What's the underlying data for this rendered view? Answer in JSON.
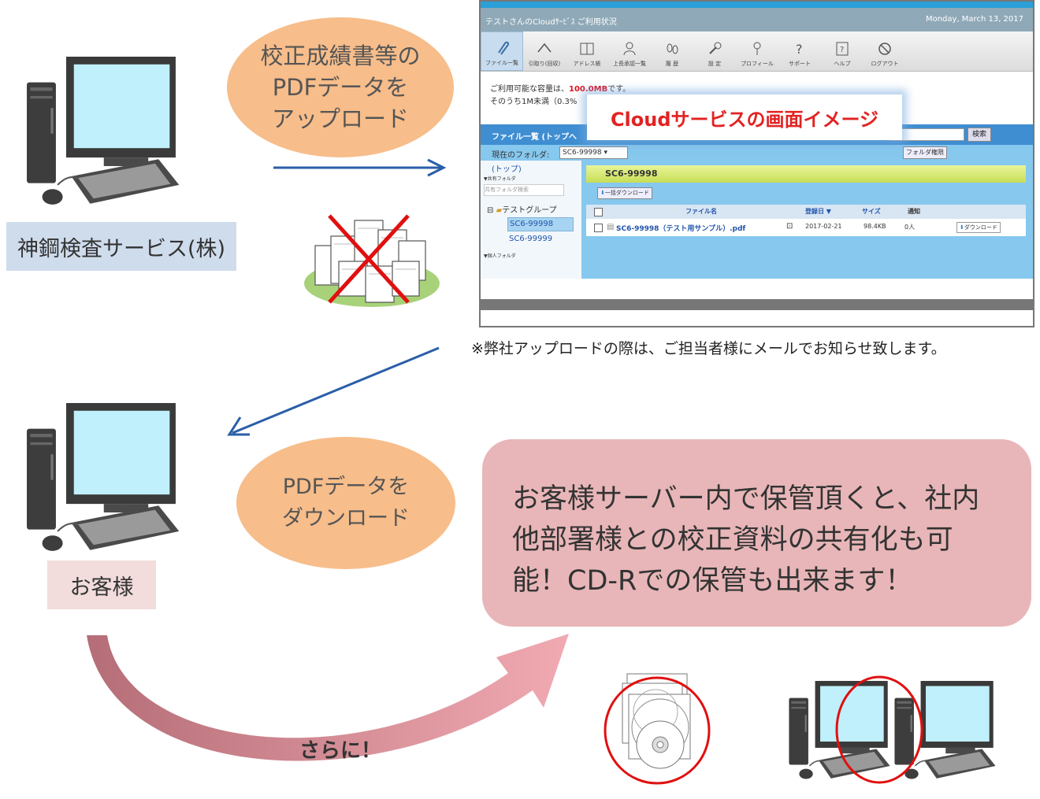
{
  "top": {
    "provider_label": "神鋼検査サービス(株)",
    "upload_bubble": [
      "校正成績書等の",
      "PDFデータを",
      "アップロード"
    ]
  },
  "screenshot": {
    "header_title": "校正成績書のCloudサービス",
    "subbar_left": "テストさんのCloudｻｰﾋﾞｽ ご利用状況",
    "date": "Monday, March 13, 2017",
    "toolbar": [
      "ファイル一覧",
      "引取り(回収)",
      "アドレス帳",
      "上長承認一覧",
      "履 歴",
      "設 定",
      "プロフィール",
      "サポート",
      "ヘルプ",
      "ログアウト"
    ],
    "capacity_line1_prefix": "ご利用可能な容量は、",
    "capacity_value": "100.0MB",
    "capacity_line1_suffix": "です。",
    "capacity_line2": "そのうち1M未満（0.3%",
    "file_list_label": "ファイル一覧 (トップへ",
    "search_button": "検索",
    "current_folder_label": "現在のフォルダ:",
    "current_folder_value": "SC6-99998",
    "folder_perm": "フォルダ権限",
    "tree": {
      "top": "(トップ)",
      "shared": "▼共有フォルダ",
      "search": "共有フォルダ検索",
      "group": "テストグループ",
      "folder1": "SC6-99998",
      "folder2": "SC6-99999",
      "personal": "▼個人フォルダ"
    },
    "folder_header": "SC6-99998",
    "bulk_download": "一括ダウンロード",
    "columns": [
      "ファイル名",
      "登録日 ▼",
      "サイズ",
      "通知"
    ],
    "file": {
      "name": "SC6-99998（テスト用サンプル）.pdf",
      "date": "2017-02-21",
      "size": "98.4KB",
      "notify": "0人",
      "download": "ダウンロード"
    },
    "popup": "Cloudサービスの画面イメージ"
  },
  "notice": "※弊社アップロードの際は、ご担当者様にメールでお知らせ致します。",
  "bottom": {
    "download_bubble": [
      "PDFデータを",
      "ダウンロード"
    ],
    "customer_label": "お客様",
    "message": [
      "お客様サーバー内で保管頂くと、社内",
      "他部署様との校正資料の共有化も可",
      "能！CD-Rでの保管も出来ます！"
    ],
    "further": "さらに！"
  },
  "colors": {
    "accent_orange": "#f7bd8a",
    "provider_box": "#cfdcec",
    "customer_box": "#f2dcdc",
    "message_box": "#e8b6b8",
    "arrow_blue": "#2a5ea8",
    "red_mark": "#e01010"
  }
}
